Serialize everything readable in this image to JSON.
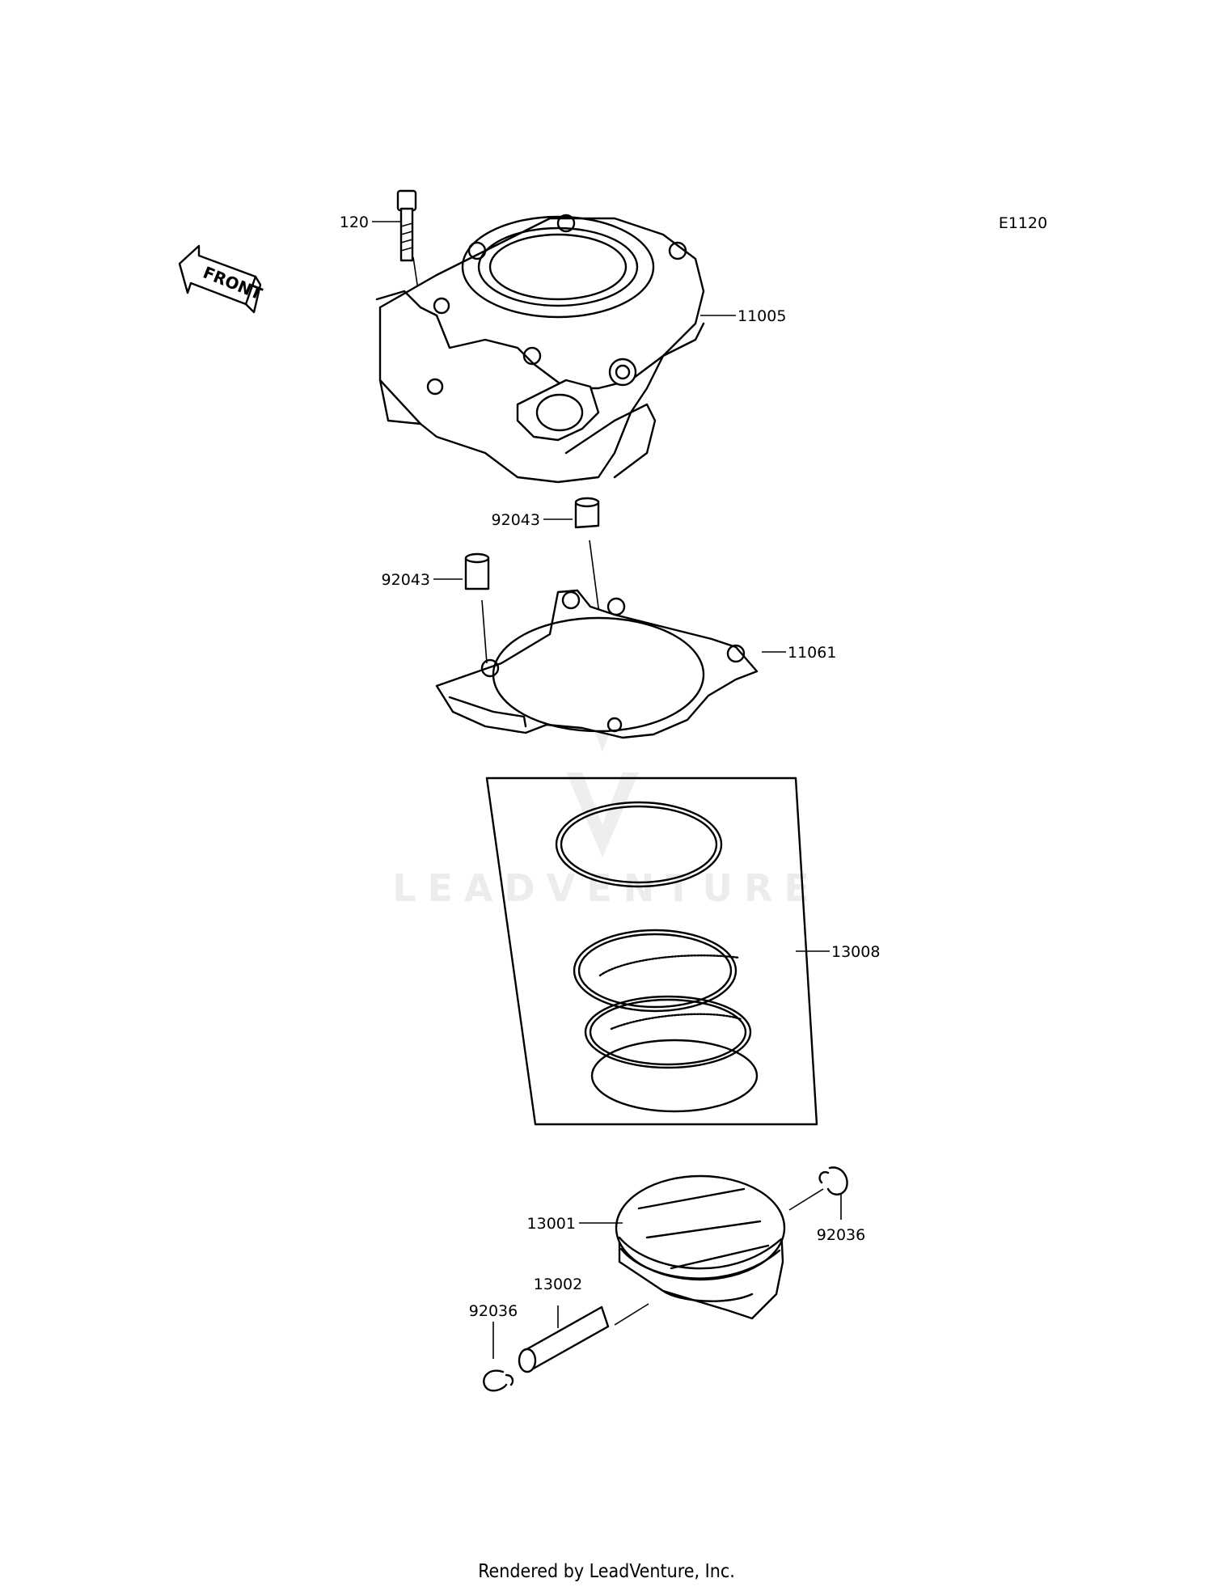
{
  "diagram": {
    "code": "E1120",
    "front_label": "FRONT",
    "watermark": "LEADVENTURE",
    "footer": "Rendered by LeadVenture, Inc.",
    "callouts": {
      "bolt": "120",
      "cylinder": "11005",
      "dowel_upper": "92043",
      "dowel_lower": "92043",
      "gasket": "11061",
      "ring_set": "13008",
      "piston": "13001",
      "pin": "13002",
      "clip_right": "92036",
      "clip_left": "92036"
    }
  }
}
